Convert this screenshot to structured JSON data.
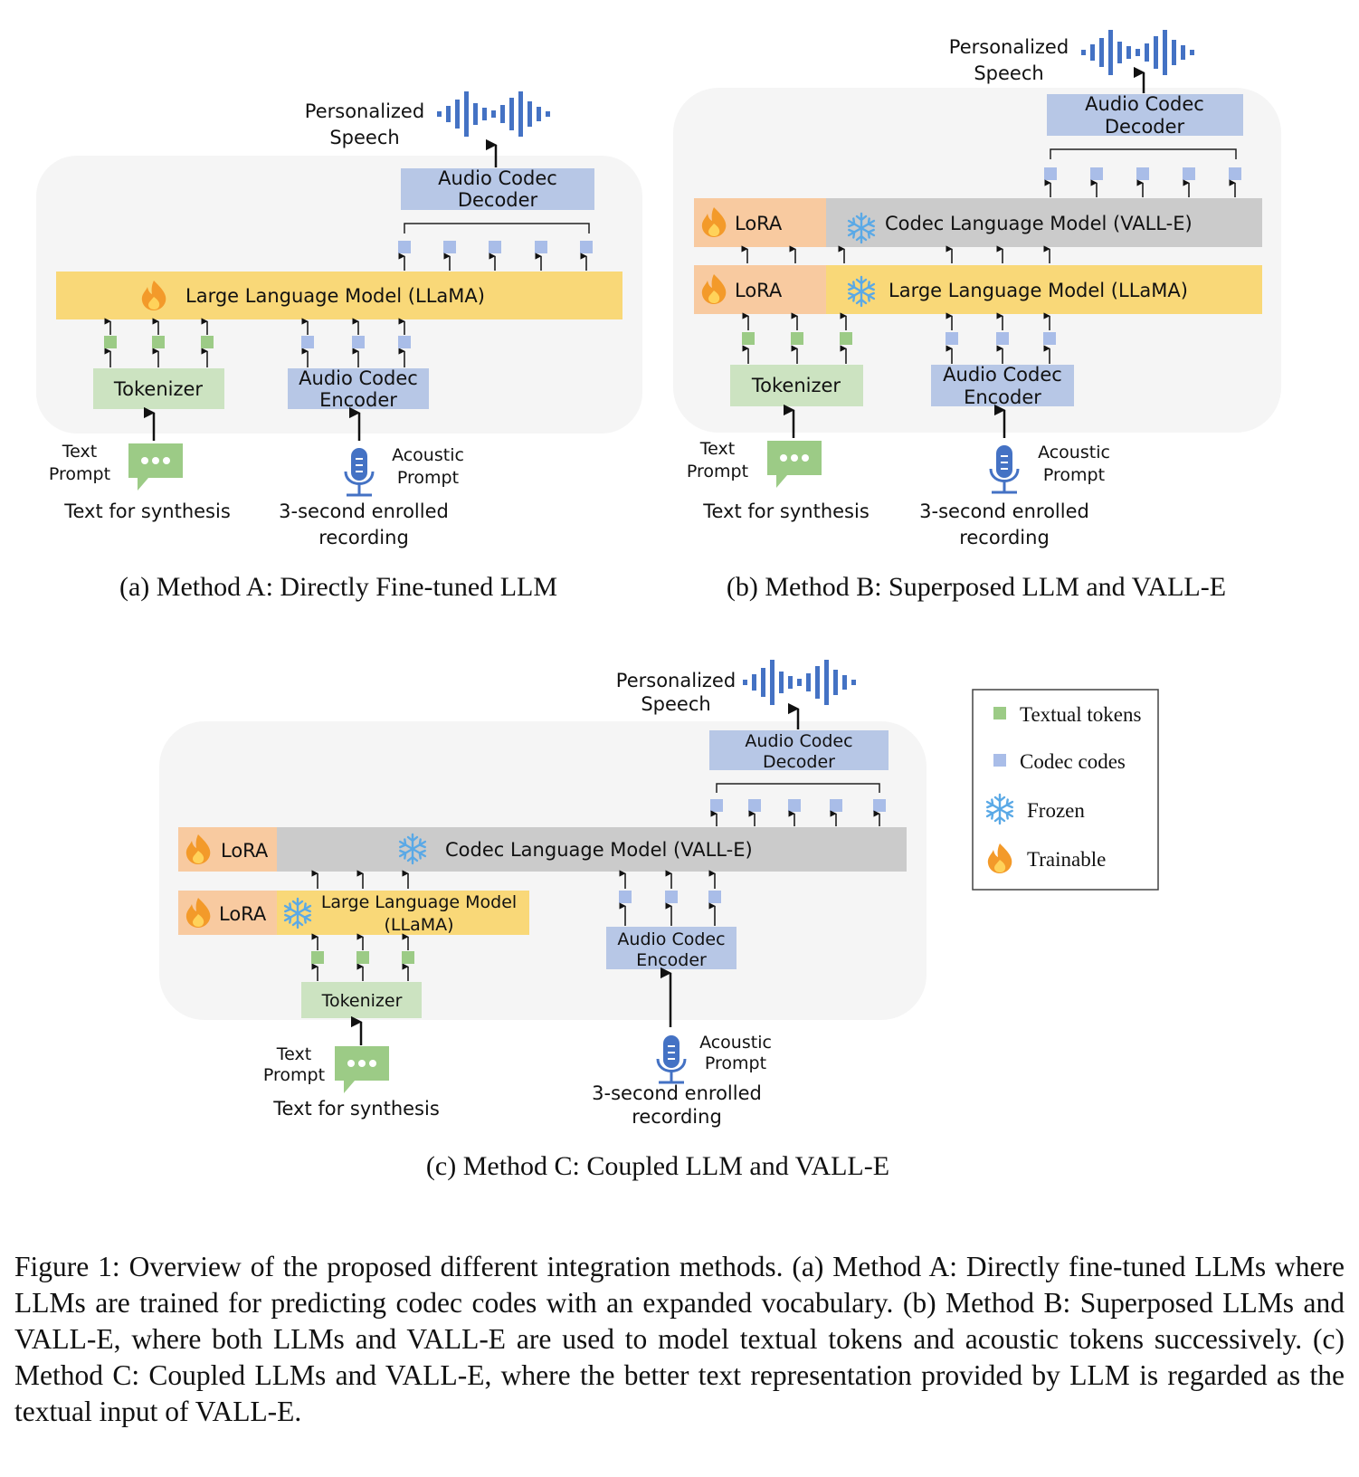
{
  "colors": {
    "panel_bg": "#f5f5f5",
    "llm_yellow": "#f9d878",
    "lora_orange": "#f8caa0",
    "valle_gray": "#cbcbcb",
    "codec_blue": "#b7c7e6",
    "token_green": "#cce3c1",
    "green_token": "#9ccb86",
    "blue_code": "#a9bde8",
    "wave_blue": "#4472c4",
    "mic_blue": "#4472c4",
    "flame_orange": "#f39a2a",
    "flame_yellow": "#ffd25a",
    "snowflake_blue": "#5aa9e6"
  },
  "labels": {
    "personalized": "Personalized",
    "speech": "Speech",
    "audio_codec": "Audio Codec",
    "decoder": "Decoder",
    "encoder": "Encoder",
    "llm": "Large Language Model (LLaMA)",
    "llm_line1": "Large Language Model",
    "llm_line2": "(LLaMA)",
    "valle": "Codec Language Model (VALL-E)",
    "lora": "LoRA",
    "tokenizer": "Tokenizer",
    "text": "Text",
    "prompt": "Prompt",
    "acoustic": "Acoustic",
    "text_for_synthesis": "Text for synthesis",
    "enrolled_line1": "3-second enrolled",
    "enrolled_line2": "recording"
  },
  "icons": [
    "waveform-icon",
    "flame-icon",
    "snowflake-icon",
    "chat-bubble-icon",
    "microphone-icon"
  ],
  "subcaptions": {
    "a": "(a) Method A: Directly Fine-tuned LLM",
    "b": "(b) Method B: Superposed LLM and VALL-E",
    "c": "(c) Method C: Coupled LLM and VALL-E"
  },
  "legend": {
    "items": [
      {
        "label": "Textual tokens",
        "icon": "green-square-icon"
      },
      {
        "label": "Codec codes",
        "icon": "blue-square-icon"
      },
      {
        "label": "Frozen",
        "icon": "snowflake-icon"
      },
      {
        "label": "Trainable",
        "icon": "flame-icon"
      }
    ]
  },
  "caption": "Figure 1: Overview of the proposed different integration methods. (a) Method A: Directly fine-tuned LLMs where LLMs are trained for predicting codec codes with an expanded vocabulary. (b) Method B: Superposed LLMs and VALL-E, where both LLMs and VALL-E are used to model textual tokens and acoustic tokens successively. (c) Method C: Coupled LLMs and VALL-E, where the better text representation provided by LLM is regarded as the textual input of VALL-E."
}
